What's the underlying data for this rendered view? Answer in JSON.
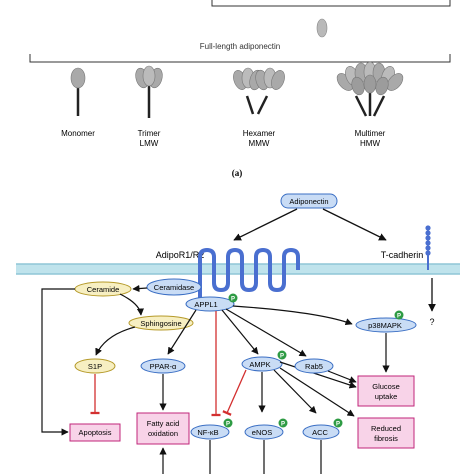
{
  "panel_a": {
    "full_length_label": "Full-length adiponectin",
    "forms": [
      {
        "name": "Monomer",
        "size": ""
      },
      {
        "name": "Trimer",
        "size": "LMW"
      },
      {
        "name": "Hexamer",
        "size": "MMW"
      },
      {
        "name": "Multimer",
        "size": "HMW"
      }
    ],
    "caption": "(a)"
  },
  "panel_b": {
    "adiponectin": "Adiponectin",
    "receptor": "AdipoR1/R2",
    "t_cadherin": "T-cadherin",
    "unknown": "?",
    "phospho_mark": "P",
    "nodes": {
      "ceramide": "Ceramide",
      "ceramidase": "Ceramidase",
      "appl1": "APPL1",
      "sphingosine": "Sphingosine",
      "s1p": "S1P",
      "ppar": "PPAR-α",
      "ampk": "AMPK",
      "rab5": "Rab5",
      "p38mapk": "p38MAPK",
      "apoptosis": "Apoptosis",
      "fatty_acid_oxidation": [
        "Fatty acid",
        "oxidation"
      ],
      "nfkb": "NF-κB",
      "enos": "eNOS",
      "acc": "ACC",
      "glucose_uptake": [
        "Glucose",
        "uptake"
      ],
      "reduced_fibrosis": [
        "Reduced",
        "fibrosis"
      ]
    }
  },
  "colors": {
    "blue_fill": "#c9dcf5",
    "blue_stroke": "#3b6fc4",
    "yellow_fill": "#f7efc2",
    "yellow_stroke": "#b59a2a",
    "pink_fill": "#f8d3e8",
    "pink_stroke": "#c0267a",
    "green": "#2e9b44",
    "inhibit": "#d32f2f",
    "membrane": "#bfe3ec",
    "receptor": "#4a6fd0"
  }
}
